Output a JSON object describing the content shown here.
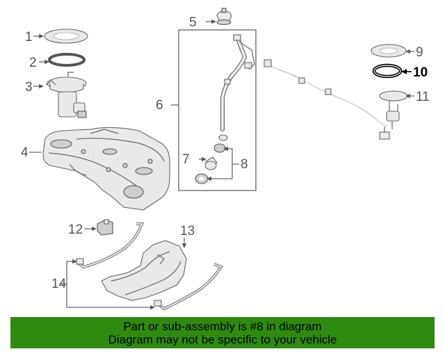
{
  "diagram": {
    "callouts": [
      {
        "id": "1",
        "label": "1"
      },
      {
        "id": "2",
        "label": "2"
      },
      {
        "id": "3",
        "label": "3"
      },
      {
        "id": "4",
        "label": "4"
      },
      {
        "id": "5",
        "label": "5"
      },
      {
        "id": "6",
        "label": "6"
      },
      {
        "id": "7",
        "label": "7"
      },
      {
        "id": "8",
        "label": "8"
      },
      {
        "id": "9",
        "label": "9"
      },
      {
        "id": "10",
        "label": "10"
      },
      {
        "id": "11",
        "label": "11"
      },
      {
        "id": "12",
        "label": "12"
      },
      {
        "id": "13",
        "label": "13"
      },
      {
        "id": "14",
        "label": "14"
      }
    ],
    "highlighted_part": "8",
    "colors": {
      "banner": "#2e8b10",
      "parts": "#e9e9e9",
      "lines": "#666666"
    }
  },
  "banner": {
    "line1": "Part or sub-assembly is #8 in diagram",
    "line2": "Diagram may not be specific to your vehicle"
  }
}
